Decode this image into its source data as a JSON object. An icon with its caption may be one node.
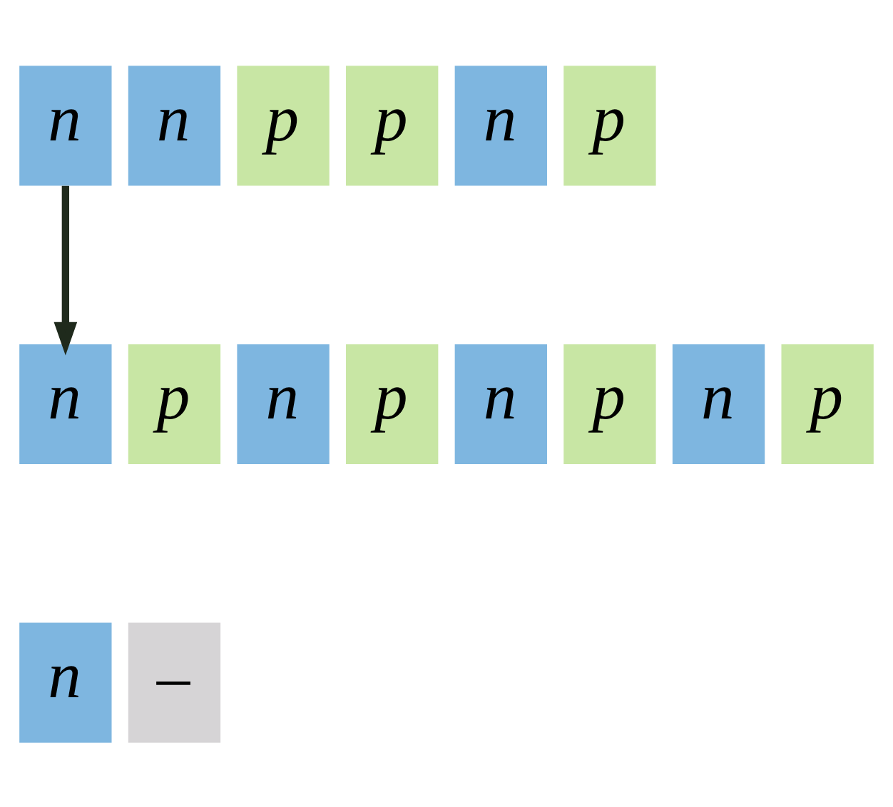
{
  "diagram": {
    "nodes": [
      {
        "text": [
          "n"
        ]
      },
      {
        "text": [
          "n"
        ]
      },
      {
        "text": [
          "p"
        ]
      },
      {
        "text": [
          "p"
        ]
      },
      {
        "text": [
          "n"
        ]
      },
      {
        "text": [
          "p"
        ]
      },
      {
        "text": [
          "n"
        ]
      },
      {
        "text": [
          "p"
        ]
      },
      {
        "text": [
          "n"
        ]
      },
      {
        "text": [
          "p"
        ]
      },
      {
        "text": [
          "n"
        ]
      },
      {
        "text": [
          "p"
        ]
      },
      {
        "text": [
          "n"
        ]
      },
      {
        "text": [
          "p"
        ]
      },
      {
        "text": [
          "n"
        ]
      },
      {
        "text": [
          "–"
        ]
      }
    ],
    "edges": [
      {
        "from": 0,
        "to": 6,
        "arrow": "to"
      }
    ]
  }
}
